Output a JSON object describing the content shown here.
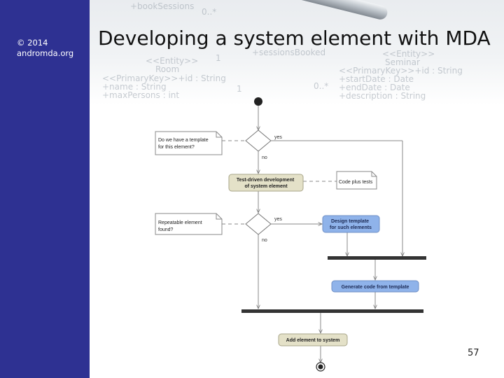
{
  "slide": {
    "copyright_year": "© 2014",
    "copyright_site": "andromda.org",
    "title": "Developing a system element with MDA",
    "page_number": "57"
  },
  "background_text": [
    "+bookSessions",
    "<<Entity>>",
    "Room",
    "<<PrimaryKey>>+id : String",
    "+name : String",
    "+maxPersons : int",
    "+sessionsBooked",
    "<<Entity>>",
    "Seminar",
    "<<PrimaryKey>>+id : String",
    "+startDate : Date",
    "+endDate : Date",
    "+description : String",
    "0..*",
    "1",
    "0..*",
    "1"
  ],
  "diagram": {
    "notes": {
      "template_question": [
        "Do we have a template",
        "for this element?"
      ],
      "repeatable_question": [
        "Repeatable element",
        "found?"
      ],
      "code_plus_tests": [
        "Code plus tests"
      ]
    },
    "actions": {
      "tdd": [
        "Test-driven development",
        "of system element"
      ],
      "design_template": [
        "Design template",
        "for such elements"
      ],
      "generate_code": [
        "Generate code from template"
      ],
      "add_element": [
        "Add element to system"
      ]
    },
    "guards": {
      "yes_1": "yes",
      "no_1": "no",
      "yes_2": "yes",
      "no_2": "no"
    },
    "colors": {
      "tan_action": "#e4e1c8",
      "blue_action": "#8fb3ea",
      "bar": "#333333",
      "line": "#888888"
    }
  }
}
